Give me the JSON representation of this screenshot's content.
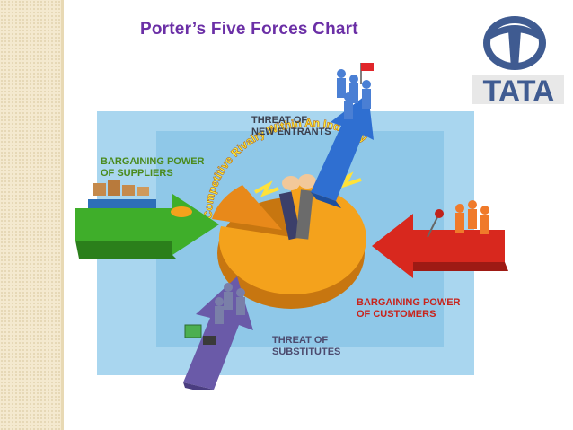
{
  "title": "Porter’s Five Forces Chart",
  "logo": {
    "icon": "tata-logo-icon",
    "text": "TATA",
    "color": "#3f5b91"
  },
  "diagram": {
    "center_text": "Competitive Rivalry Within An Industry",
    "forces": {
      "new_entrants": {
        "line1": "THREAT OF",
        "line2": "NEW ENTRANTS",
        "color": "#2f6fd1"
      },
      "suppliers": {
        "line1": "BARGAINING POWER",
        "line2": "OF SUPPLIERS",
        "color": "#3fae2a"
      },
      "customers": {
        "line1": "BARGAINING POWER",
        "line2": "OF CUSTOMERS",
        "color": "#d8281e"
      },
      "substitutes": {
        "line1": "THREAT OF",
        "line2": "SUBSTITUTES",
        "color": "#6a5aa8"
      }
    },
    "colors": {
      "background": "#a9d6ef",
      "pie": "#f4a21c",
      "arc_text": "#ffef3a"
    }
  }
}
